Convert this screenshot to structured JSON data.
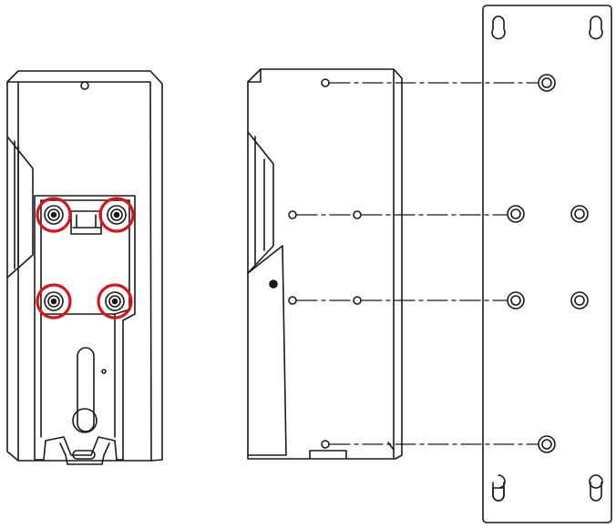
{
  "colors": {
    "line": "#1a1a1a",
    "highlight": "#d9141b",
    "background": "#ffffff"
  },
  "views": [
    {
      "id": "rear-view",
      "screws_marked": 4
    },
    {
      "id": "side-view",
      "mount_points": 6
    },
    {
      "id": "wall-bracket",
      "screw_holes": 6,
      "keyhole_slots": 4
    }
  ]
}
